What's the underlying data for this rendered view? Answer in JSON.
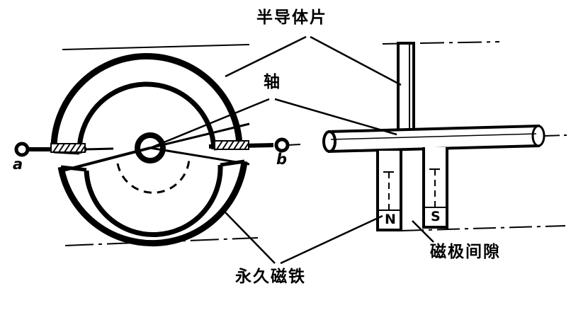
{
  "figure": {
    "title_labels": {
      "semiconductor_chip": "半导体片",
      "shaft": "轴",
      "permanent_magnet": "永久磁铁",
      "pole_gap": "磁极间隙"
    },
    "terminals": [
      {
        "name": "a",
        "label": "a"
      },
      {
        "name": "b",
        "label": "b"
      }
    ],
    "poles": [
      {
        "name": "north",
        "label": "N"
      },
      {
        "name": "south",
        "label": "S"
      }
    ],
    "colors": {
      "ink": "#000000",
      "background": "#ffffff"
    }
  }
}
